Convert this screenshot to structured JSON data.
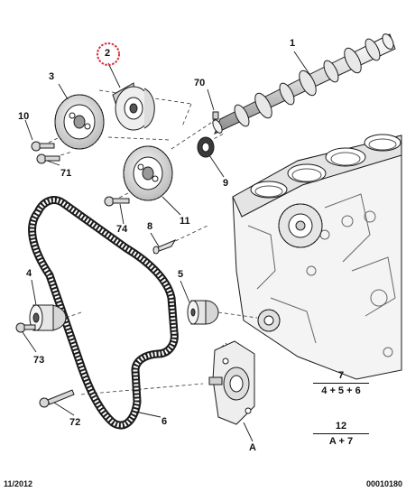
{
  "callouts": {
    "c1": "1",
    "c2": "2",
    "c3": "3",
    "c4": "4",
    "c5": "5",
    "c6": "6",
    "c8": "8",
    "c9": "9",
    "c10": "10",
    "c11": "11",
    "c70": "70",
    "c71": "71",
    "c72": "72",
    "c73": "73",
    "c74": "74",
    "cA": "A"
  },
  "formulas": {
    "f7": {
      "result": "7",
      "parts": "4 + 5 + 6"
    },
    "f12": {
      "result": "12",
      "parts": "A + 7"
    }
  },
  "footer": {
    "date": "11/2012",
    "code": "00010180"
  },
  "colors": {
    "highlight_circle": "#d9303a",
    "line_art": "#1a1a1a"
  }
}
